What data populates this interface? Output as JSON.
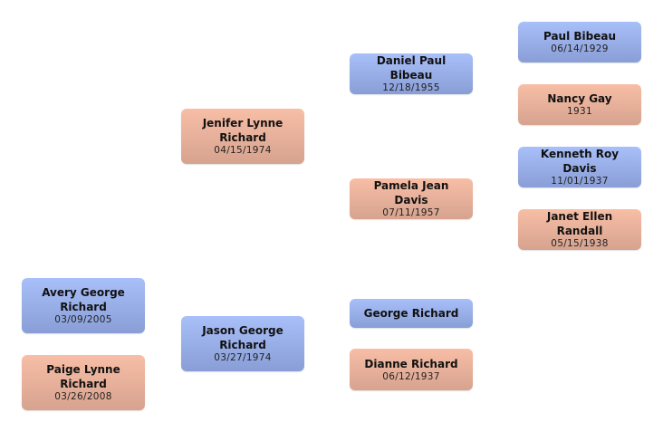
{
  "people": {
    "avery": {
      "name": "Avery George Richard",
      "date": "03/09/2005",
      "sex": "male"
    },
    "paige": {
      "name": "Paige Lynne Richard",
      "date": "03/26/2008",
      "sex": "female"
    },
    "jenifer": {
      "name": "Jenifer Lynne Richard",
      "date": "04/15/1974",
      "sex": "female"
    },
    "jason": {
      "name": "Jason George Richard",
      "date": "03/27/1974",
      "sex": "male"
    },
    "daniel": {
      "name": "Daniel Paul Bibeau",
      "date": "12/18/1955",
      "sex": "male"
    },
    "pamela": {
      "name": "Pamela Jean Davis",
      "date": "07/11/1957",
      "sex": "female"
    },
    "george": {
      "name": "George Richard",
      "sex": "male"
    },
    "dianne": {
      "name": "Dianne Richard",
      "date": "06/12/1937",
      "sex": "female"
    },
    "paul": {
      "name": "Paul Bibeau",
      "date": "06/14/1929",
      "sex": "male"
    },
    "nancy": {
      "name": "Nancy Gay",
      "date": "1931",
      "sex": "female"
    },
    "kenneth": {
      "name": "Kenneth Roy Davis",
      "date": "11/01/1937",
      "sex": "male"
    },
    "janet": {
      "name": "Janet Ellen Randall",
      "date": "05/15/1938",
      "sex": "female"
    }
  },
  "colors": {
    "male_top": "#a9bff9",
    "male_bottom": "#899ed6",
    "female_top": "#f8bea6",
    "female_bottom": "#d6a38f"
  }
}
